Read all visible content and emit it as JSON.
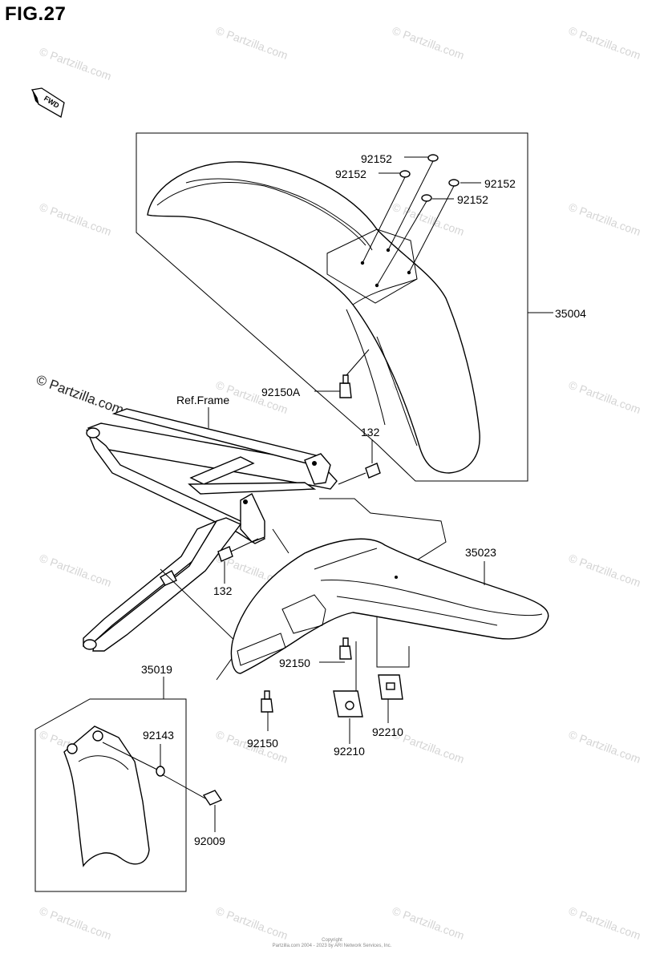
{
  "figure": {
    "title": "FIG.27"
  },
  "fwd_label": "FWD",
  "reference": "Ref.Frame",
  "part_numbers": {
    "front_fender": "35004",
    "rear_fender": "35023",
    "mud_flap": "35019",
    "washer_a": "92152",
    "washer_b": "92152",
    "washer_c": "92152",
    "washer_d": "92152",
    "bolt_front": "92150A",
    "bolt_right": "132",
    "bolt_left": "132",
    "bolt_rear_a": "92150",
    "bolt_rear_b": "92150",
    "nut_a": "92210",
    "nut_b": "92210",
    "washer_flap": "92143",
    "screw_flap": "92009"
  },
  "watermark": {
    "text": "© Partzilla.com",
    "small": "© Partzilla.com"
  },
  "footer": {
    "line1": "Copyright",
    "line2": "Partzilla.com 2004 - 2023 by ARI Network Services, Inc."
  }
}
